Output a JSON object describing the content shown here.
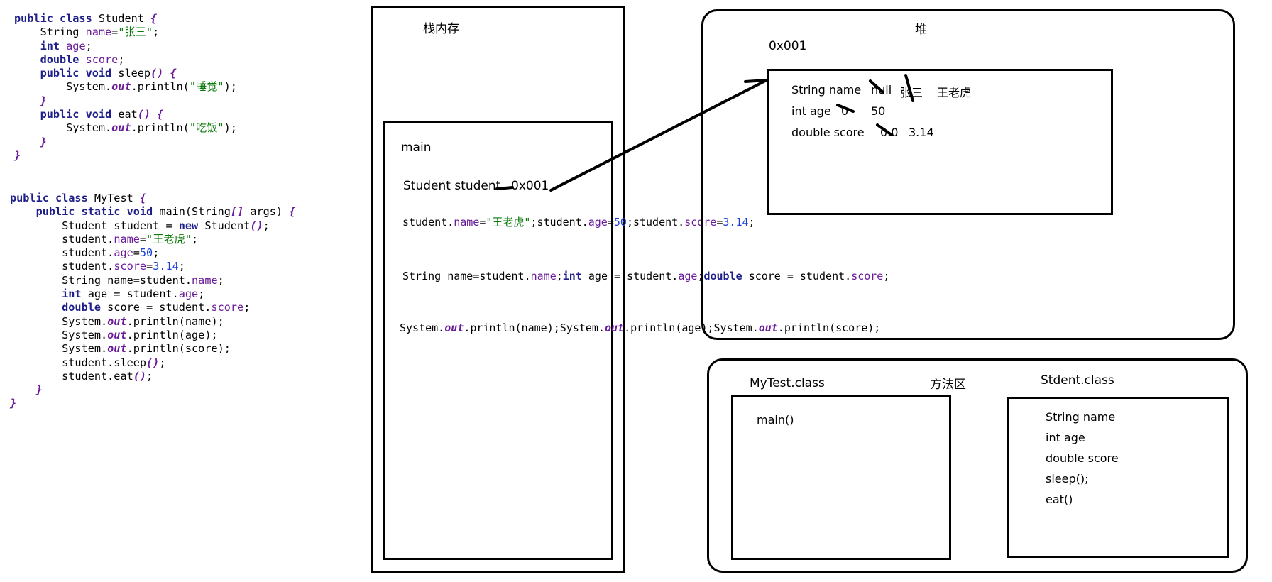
{
  "code_panel": {
    "student_class": [
      [
        {
          "t": "public class ",
          "c": "kw"
        },
        {
          "t": "Student ",
          "c": "plain"
        },
        {
          "t": "{",
          "c": "punc"
        }
      ],
      [
        {
          "t": "    String ",
          "c": "plain"
        },
        {
          "t": "name",
          "c": "field"
        },
        {
          "t": "=",
          "c": "plain"
        },
        {
          "t": "\"张三\"",
          "c": "str"
        },
        {
          "t": ";",
          "c": "plain"
        }
      ],
      [
        {
          "t": "    int ",
          "c": "kw"
        },
        {
          "t": "age",
          "c": "field"
        },
        {
          "t": ";",
          "c": "plain"
        }
      ],
      [
        {
          "t": "    double ",
          "c": "kw"
        },
        {
          "t": "score",
          "c": "field"
        },
        {
          "t": ";",
          "c": "plain"
        }
      ],
      [
        {
          "t": "    public void ",
          "c": "kw"
        },
        {
          "t": "sleep",
          "c": "plain"
        },
        {
          "t": "() {",
          "c": "punc"
        }
      ],
      [
        {
          "t": "        System.",
          "c": "plain"
        },
        {
          "t": "out",
          "c": "fieldi"
        },
        {
          "t": ".println(",
          "c": "plain"
        },
        {
          "t": "\"睡觉\"",
          "c": "str"
        },
        {
          "t": ");",
          "c": "plain"
        }
      ],
      [
        {
          "t": "    }",
          "c": "punc"
        }
      ],
      [
        {
          "t": "    public void ",
          "c": "kw"
        },
        {
          "t": "eat",
          "c": "plain"
        },
        {
          "t": "() {",
          "c": "punc"
        }
      ],
      [
        {
          "t": "        System.",
          "c": "plain"
        },
        {
          "t": "out",
          "c": "fieldi"
        },
        {
          "t": ".println(",
          "c": "plain"
        },
        {
          "t": "\"吃饭\"",
          "c": "str"
        },
        {
          "t": ");",
          "c": "plain"
        }
      ],
      [
        {
          "t": "    }",
          "c": "punc"
        }
      ],
      [
        {
          "t": "}",
          "c": "punc"
        }
      ]
    ],
    "mytest_class": [
      [
        {
          "t": "public class ",
          "c": "kw"
        },
        {
          "t": "MyTest ",
          "c": "plain"
        },
        {
          "t": "{",
          "c": "punc"
        }
      ],
      [
        {
          "t": "    public static void ",
          "c": "kw"
        },
        {
          "t": "main",
          "c": "plain"
        },
        {
          "t": "(String",
          "c": "plain"
        },
        {
          "t": "[]",
          "c": "punc"
        },
        {
          "t": " args) ",
          "c": "plain"
        },
        {
          "t": "{",
          "c": "punc"
        }
      ],
      [
        {
          "t": "        Student student = ",
          "c": "plain"
        },
        {
          "t": "new ",
          "c": "kw"
        },
        {
          "t": "Student",
          "c": "plain"
        },
        {
          "t": "()",
          "c": "punc"
        },
        {
          "t": ";",
          "c": "plain"
        }
      ],
      [
        {
          "t": "        student.",
          "c": "plain"
        },
        {
          "t": "name",
          "c": "field"
        },
        {
          "t": "=",
          "c": "plain"
        },
        {
          "t": "\"王老虎\"",
          "c": "str"
        },
        {
          "t": ";",
          "c": "plain"
        }
      ],
      [
        {
          "t": "        student.",
          "c": "plain"
        },
        {
          "t": "age",
          "c": "field"
        },
        {
          "t": "=",
          "c": "plain"
        },
        {
          "t": "50",
          "c": "num"
        },
        {
          "t": ";",
          "c": "plain"
        }
      ],
      [
        {
          "t": "        student.",
          "c": "plain"
        },
        {
          "t": "score",
          "c": "field"
        },
        {
          "t": "=",
          "c": "plain"
        },
        {
          "t": "3.14",
          "c": "num"
        },
        {
          "t": ";",
          "c": "plain"
        }
      ],
      [
        {
          "t": "        String name=student.",
          "c": "plain"
        },
        {
          "t": "name",
          "c": "field"
        },
        {
          "t": ";",
          "c": "plain"
        }
      ],
      [
        {
          "t": "        int ",
          "c": "kw"
        },
        {
          "t": "age = student.",
          "c": "plain"
        },
        {
          "t": "age",
          "c": "field"
        },
        {
          "t": ";",
          "c": "plain"
        }
      ],
      [
        {
          "t": "        double ",
          "c": "kw"
        },
        {
          "t": "score = student.",
          "c": "plain"
        },
        {
          "t": "score",
          "c": "field"
        },
        {
          "t": ";",
          "c": "plain"
        }
      ],
      [
        {
          "t": "        System.",
          "c": "plain"
        },
        {
          "t": "out",
          "c": "fieldi"
        },
        {
          "t": ".println(name);",
          "c": "plain"
        }
      ],
      [
        {
          "t": "        System.",
          "c": "plain"
        },
        {
          "t": "out",
          "c": "fieldi"
        },
        {
          "t": ".println(age);",
          "c": "plain"
        }
      ],
      [
        {
          "t": "        System.",
          "c": "plain"
        },
        {
          "t": "out",
          "c": "fieldi"
        },
        {
          "t": ".println(score);",
          "c": "plain"
        }
      ],
      [
        {
          "t": "        student.sleep",
          "c": "plain"
        },
        {
          "t": "()",
          "c": "punc"
        },
        {
          "t": ";",
          "c": "plain"
        }
      ],
      [
        {
          "t": "        student.eat",
          "c": "plain"
        },
        {
          "t": "()",
          "c": "punc"
        },
        {
          "t": ";",
          "c": "plain"
        }
      ],
      [
        {
          "t": "    }",
          "c": "punc"
        }
      ],
      [
        {
          "t": "}",
          "c": "punc"
        }
      ]
    ]
  },
  "stack": {
    "title": "栈内存",
    "frame_label": "main",
    "ref_line": "Student student",
    "ref_value": "0x001",
    "code_group1": [
      [
        {
          "t": "student.",
          "c": "plain"
        },
        {
          "t": "name",
          "c": "field"
        },
        {
          "t": "=",
          "c": "plain"
        },
        {
          "t": "\"王老虎\"",
          "c": "str"
        },
        {
          "t": ";",
          "c": "plain"
        }
      ],
      [
        {
          "t": "student.",
          "c": "plain"
        },
        {
          "t": "age",
          "c": "field"
        },
        {
          "t": "=",
          "c": "plain"
        },
        {
          "t": "50",
          "c": "num"
        },
        {
          "t": ";",
          "c": "plain"
        }
      ],
      [
        {
          "t": "student.",
          "c": "plain"
        },
        {
          "t": "score",
          "c": "field"
        },
        {
          "t": "=",
          "c": "plain"
        },
        {
          "t": "3.14",
          "c": "num"
        },
        {
          "t": ";",
          "c": "plain"
        }
      ]
    ],
    "code_group2": [
      [
        {
          "t": "String name=student.",
          "c": "plain"
        },
        {
          "t": "name",
          "c": "field"
        },
        {
          "t": ";",
          "c": "plain"
        }
      ],
      [
        {
          "t": "int ",
          "c": "kw"
        },
        {
          "t": "age = student.",
          "c": "plain"
        },
        {
          "t": "age",
          "c": "field"
        },
        {
          "t": ";",
          "c": "plain"
        }
      ],
      [
        {
          "t": "double ",
          "c": "kw"
        },
        {
          "t": "score = student.",
          "c": "plain"
        },
        {
          "t": "score",
          "c": "field"
        },
        {
          "t": ";",
          "c": "plain"
        }
      ]
    ],
    "code_group3": [
      [
        {
          "t": "System.",
          "c": "plain"
        },
        {
          "t": "out",
          "c": "fieldi"
        },
        {
          "t": ".println(name);",
          "c": "plain"
        }
      ],
      [
        {
          "t": "System.",
          "c": "plain"
        },
        {
          "t": "out",
          "c": "fieldi"
        },
        {
          "t": ".println(age);",
          "c": "plain"
        }
      ],
      [
        {
          "t": "System.",
          "c": "plain"
        },
        {
          "t": "out",
          "c": "fieldi"
        },
        {
          "t": ".println(score);",
          "c": "plain"
        }
      ]
    ]
  },
  "heap": {
    "title": "堆",
    "address": "0x001",
    "fields": [
      {
        "label": "String name",
        "values": [
          "null",
          "张三",
          "王老虎"
        ]
      },
      {
        "label": "int age",
        "values": [
          "0",
          "50"
        ]
      },
      {
        "label": "double score",
        "values": [
          "0.0",
          "3.14"
        ]
      }
    ]
  },
  "method_area": {
    "title": "方法区",
    "mytest_class_label": "MyTest.class",
    "mytest_members": [
      "main()"
    ],
    "student_class_label": "Stdent.class",
    "student_members": [
      "String name",
      "int age",
      "double score",
      "sleep();",
      "eat()"
    ]
  }
}
